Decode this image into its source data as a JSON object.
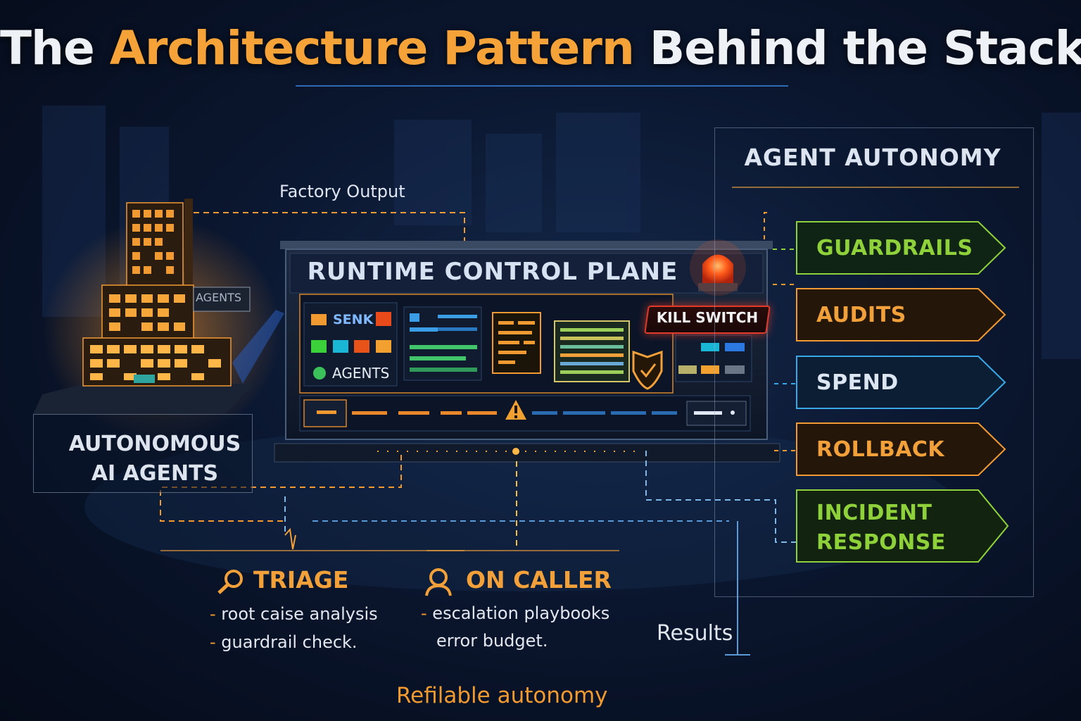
{
  "title": {
    "part1": "The ",
    "accent": "Architecture Pattern",
    "part2": " Behind the Stack"
  },
  "factory_output_label": "Factory Output",
  "left_block": {
    "building_tag": "AGENTS",
    "label_line1": "AUTONOMOUS",
    "label_line2": "AI AGENTS"
  },
  "control_plane": {
    "title": "RUNTIME CONTROL PLANE",
    "kill_switch": "KILL SWITCH",
    "panel_label_top": "SENK",
    "panel_label_agents": "AGENTS"
  },
  "autonomy": {
    "title": "AGENT AUTONOMY",
    "items": [
      {
        "label": "GUARDRAILS",
        "color": "#8fd13a"
      },
      {
        "label": "AUDITS",
        "color": "#f2a03a"
      },
      {
        "label": "SPEND",
        "color": "#3aa8e6"
      },
      {
        "label": "ROLLBACK",
        "color": "#f2a03a"
      },
      {
        "label": "INCIDENT\nRESPONSE",
        "color": "#8fd13a"
      }
    ]
  },
  "triage": {
    "title": "TRIAGE",
    "bullets": [
      "root caise analysis",
      "guardrail check."
    ]
  },
  "on_caller": {
    "title": "ON CALLER",
    "bullets": [
      "escalation playbooks",
      "error budget."
    ]
  },
  "results_label": "Results",
  "footer": "Refilable autonomy",
  "colors": {
    "accent_orange": "#f5a238",
    "green": "#8fd13a",
    "blue": "#3aa8e6",
    "red": "#e03a2a"
  }
}
